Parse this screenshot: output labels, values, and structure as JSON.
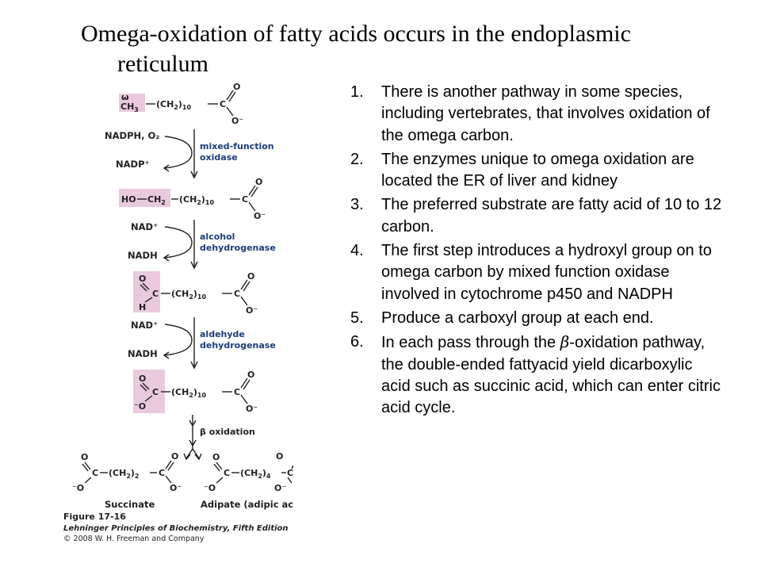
{
  "slide": {
    "title_line1": "Omega-oxidation of fatty acids occurs in the endoplasmic",
    "title_line2": "reticulum",
    "points": [
      {
        "num": "1.",
        "text": "There is another pathway in some species, including vertebrates, that involves oxidation of the omega carbon."
      },
      {
        "num": "2.",
        "text": "The enzymes unique to omega oxidation are located the ER of liver and kidney"
      },
      {
        "num": "3.",
        "text": "The preferred substrate are fatty acid of 10 to 12 carbon."
      },
      {
        "num": "4.",
        "text": "The first step introduces a hydroxyl group on to omega carbon by mixed function oxidase involved in cytochrome p450 and NADPH"
      },
      {
        "num": "5.",
        "text": "Produce a carboxyl group at each end."
      }
    ],
    "point6": {
      "num": "6.",
      "pre": "In each pass through the ",
      "beta": "b",
      "post": "-oxidation pathway, the double-ended fattyacid yield dicarboxylic acid such as succinic acid, which can enter citric acid cycle."
    }
  },
  "figure": {
    "omega": "ω",
    "ch3": "CH",
    "three": "3",
    "ch2": "(CH",
    "two": "2",
    "sub10": "10",
    "sub2": "2",
    "sub4": "4",
    "o": "O",
    "o_minus": "O⁻",
    "minus_o": "⁻O",
    "c": "C",
    "h": "H",
    "ho": "HO",
    "ch2_plain": "CH",
    "step1": {
      "cofactor_in": "NADPH, O₂",
      "cofactor_out": "NADP⁺",
      "enzyme_line1": "mixed-function",
      "enzyme_line2": "oxidase"
    },
    "step2": {
      "cofactor_in": "NAD⁺",
      "cofactor_out": "NADH",
      "enzyme_line1": "alcohol",
      "enzyme_line2": "dehydrogenase"
    },
    "step3": {
      "cofactor_in": "NAD⁺",
      "cofactor_out": "NADH",
      "enzyme_line1": "aldehyde",
      "enzyme_line2": "dehydrogenase"
    },
    "beta_step": "β oxidation",
    "product_left": "Succinate",
    "product_right": "Adipate (adipic acid)",
    "caption_figure": "Figure 17-16",
    "caption_book": "Lehninger Principles of Biochemistry, Fifth Edition",
    "caption_copyright": "© 2008 W. H. Freeman and Company",
    "colors": {
      "highlight": "#eac9df",
      "text": "#231f20",
      "enzyme": "#1b3c7a"
    }
  }
}
